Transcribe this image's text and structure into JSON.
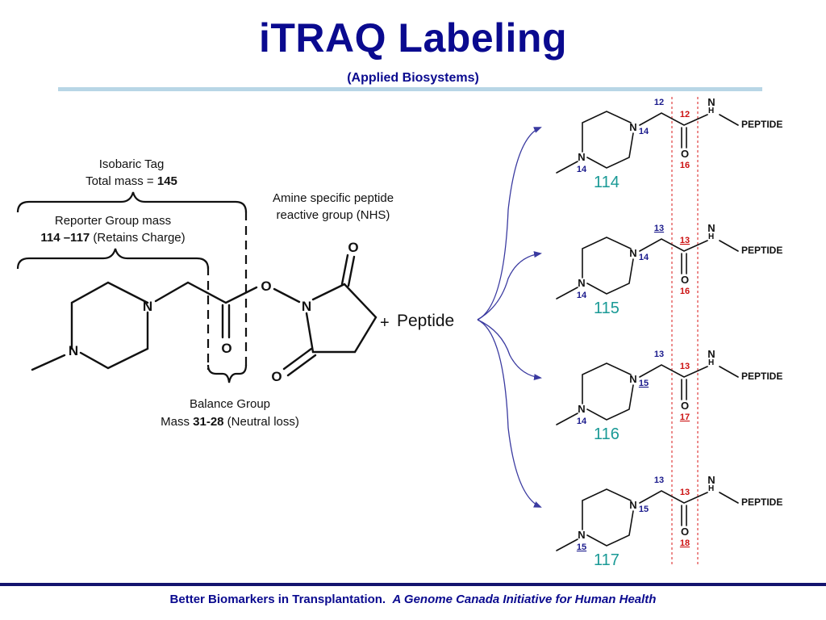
{
  "header": {
    "title": "iTRAQ Labeling",
    "subtitle": "(Applied Biosystems)"
  },
  "left_diagram": {
    "isobaric_tag_label": "Isobaric Tag",
    "total_mass_prefix": "Total mass = ",
    "total_mass_value": "145",
    "reporter_label": "Reporter Group mass",
    "reporter_mass_value": "114 –117",
    "reporter_note": " (Retains Charge)",
    "amine_label_line1": "Amine specific peptide",
    "amine_label_line2": "reactive group (NHS)",
    "balance_label": "Balance Group",
    "balance_mass_prefix": "Mass ",
    "balance_mass_value": "31-28",
    "balance_note": " (Neutral loss)",
    "atom_N": "N",
    "atom_O": "O",
    "plus_sign": "+",
    "peptide_label": "Peptide"
  },
  "reagents": [
    {
      "reporter": "114",
      "top_isotope": "12",
      "carbonyl_c": "12",
      "ring_n": "14",
      "methyl_n": "14",
      "oxygen": "16",
      "group": "PEPTIDE"
    },
    {
      "reporter": "115",
      "top_isotope": "13",
      "carbonyl_c": "13",
      "ring_n": "14",
      "methyl_n": "14",
      "oxygen": "16",
      "group": "PEPTIDE"
    },
    {
      "reporter": "116",
      "top_isotope": "13",
      "carbonyl_c": "13",
      "ring_n": "15",
      "methyl_n": "14",
      "oxygen": "17",
      "group": "PEPTIDE"
    },
    {
      "reporter": "117",
      "top_isotope": "13",
      "carbonyl_c": "13",
      "ring_n": "15",
      "methyl_n": "15",
      "oxygen": "18",
      "group": "PEPTIDE"
    }
  ],
  "footer": {
    "text_regular": "Better Biomarkers in Transplantation.",
    "text_italic": "A Genome Canada Initiative for Human Health"
  },
  "colors": {
    "title": "#0a0a8f",
    "isotope_blue": "#1a1a8c",
    "isotope_red": "#cc1111",
    "reporter_teal": "#1a9a96",
    "arrow": "#3a3aa0"
  }
}
